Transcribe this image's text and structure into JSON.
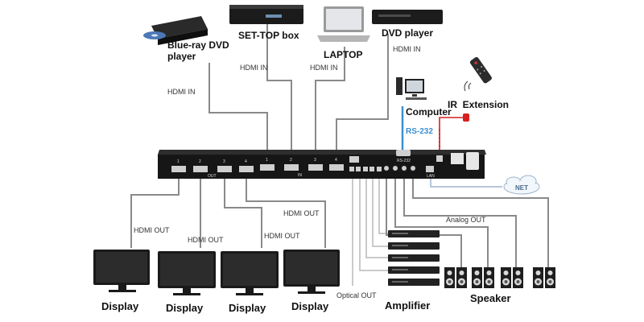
{
  "sources": {
    "bluray_label": "Blue-ray DVD player",
    "settop_label": "SET-TOP box",
    "laptop_label": "LAPTOP",
    "dvd_label": "DVD player",
    "computer_label": "Computer",
    "ir_label": "IR  Extension"
  },
  "wires": {
    "hdmi_in_1": "HDMI IN",
    "hdmi_in_2": "HDMI IN",
    "hdmi_in_3": "HDMI IN",
    "hdmi_in_4": "HDMI IN",
    "rs232": "RS-232",
    "net": "NET",
    "hdmi_out_1": "HDMI OUT",
    "hdmi_out_2": "HDMI OUT",
    "hdmi_out_3": "HDMI OUT",
    "hdmi_out_4": "HDMI OUT",
    "analog_out": "Analog OUT",
    "optical_out": "Optical OUT"
  },
  "outputs": {
    "display_1": "Display",
    "display_2": "Display",
    "display_3": "Display",
    "display_4": "Display",
    "amplifier": "Amplifier",
    "speaker": "Speaker"
  },
  "device_panel": {
    "in_ports": [
      "1",
      "2",
      "3",
      "4"
    ],
    "out_ports": [
      "1",
      "2",
      "3",
      "4"
    ],
    "tag_in": "IN",
    "tag_out": "OUT",
    "tag_rs232": "RS-232",
    "tag_lan": "LAN"
  },
  "colors": {
    "wire": "#8a8a8a",
    "rs232_wire": "#3a8fd0",
    "ir_wire": "#d61f1f",
    "net_wire": "#9db4cc",
    "device": "#1a1a1a"
  }
}
